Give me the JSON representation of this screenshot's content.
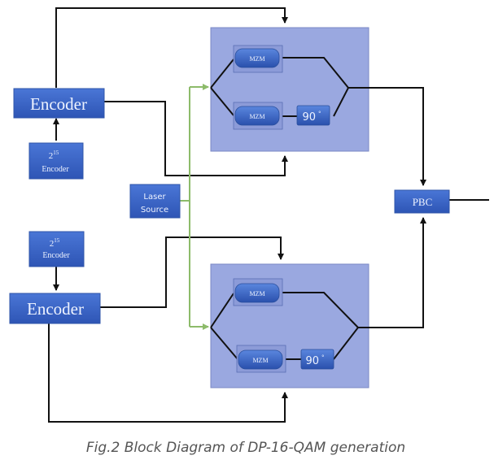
{
  "diagram": {
    "title": "DP-16-QAM generation block diagram",
    "caption": "Fig.2 Block Diagram of DP-16-QAM generation",
    "colors": {
      "block": "#3a63c4",
      "modulator_panel": "#9aa8e0",
      "signal_line": "#111111",
      "optical_line": "#8dbb6a"
    },
    "top_branch": {
      "encoder_label": "Encoder",
      "prbs_base": "2",
      "prbs_exp": "15",
      "prbs_label": "Encoder",
      "mzm_upper": "MZM",
      "mzm_lower": "MZM",
      "phase_shift": "90",
      "phase_unit": "°"
    },
    "bottom_branch": {
      "encoder_label": "Encoder",
      "prbs_base": "2",
      "prbs_exp": "15",
      "prbs_label": "Encoder",
      "mzm_upper": "MZM",
      "mzm_lower": "MZM",
      "phase_shift": "90",
      "phase_unit": "°"
    },
    "laser": {
      "line1": "Laser",
      "line2": "Source"
    },
    "combiner": {
      "label": "PBC"
    }
  }
}
